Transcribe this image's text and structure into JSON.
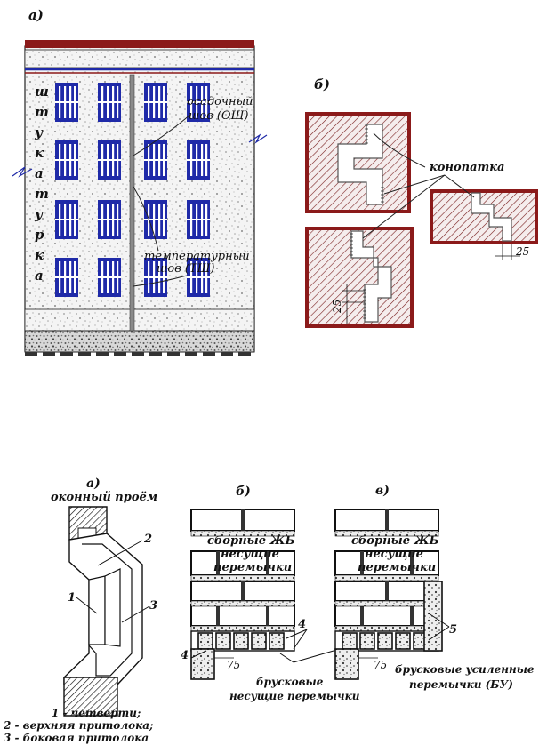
{
  "top": {
    "panel_a": "а)",
    "panel_b": "б)",
    "plaster_letters": [
      "ш",
      "т",
      "у",
      "к",
      "а",
      "т",
      "у",
      "р",
      "к",
      "а"
    ],
    "settlement_joint": [
      "осадочный",
      "шов (ОШ)"
    ],
    "temperature_joint": [
      "температурный",
      "шов (ТШ)"
    ],
    "caulking": "конопатка",
    "dim_25_right": "25",
    "dim_25_left": "25"
  },
  "bottom": {
    "panel_a": "а)",
    "panel_b": "б)",
    "panel_c": "в)",
    "window_opening": "оконный проём",
    "num_1": "1",
    "num_2": "2",
    "num_3": "3",
    "num_4_left": "4",
    "num_4_right": "4",
    "num_5": "5",
    "lintels_b": [
      "сборные ЖБ",
      "несущие",
      "перемычки"
    ],
    "lintels_c": [
      "сборные ЖБ",
      "несущие",
      "перемычки"
    ],
    "dim_75_b": "75",
    "dim_75_c": "75",
    "bar_bearing": [
      "брусковые",
      "несущие перемычки"
    ],
    "bar_reinforced": [
      "брусковые усиленные",
      "перемычки (БУ)"
    ],
    "legend": [
      "1 - четверти;",
      "2 - верхняя притолока;",
      "3 - боковая притолока"
    ]
  },
  "colors": {
    "window_blue": "#1f2aa8",
    "brick_red": "#8b1a1a",
    "ink": "#111111"
  }
}
